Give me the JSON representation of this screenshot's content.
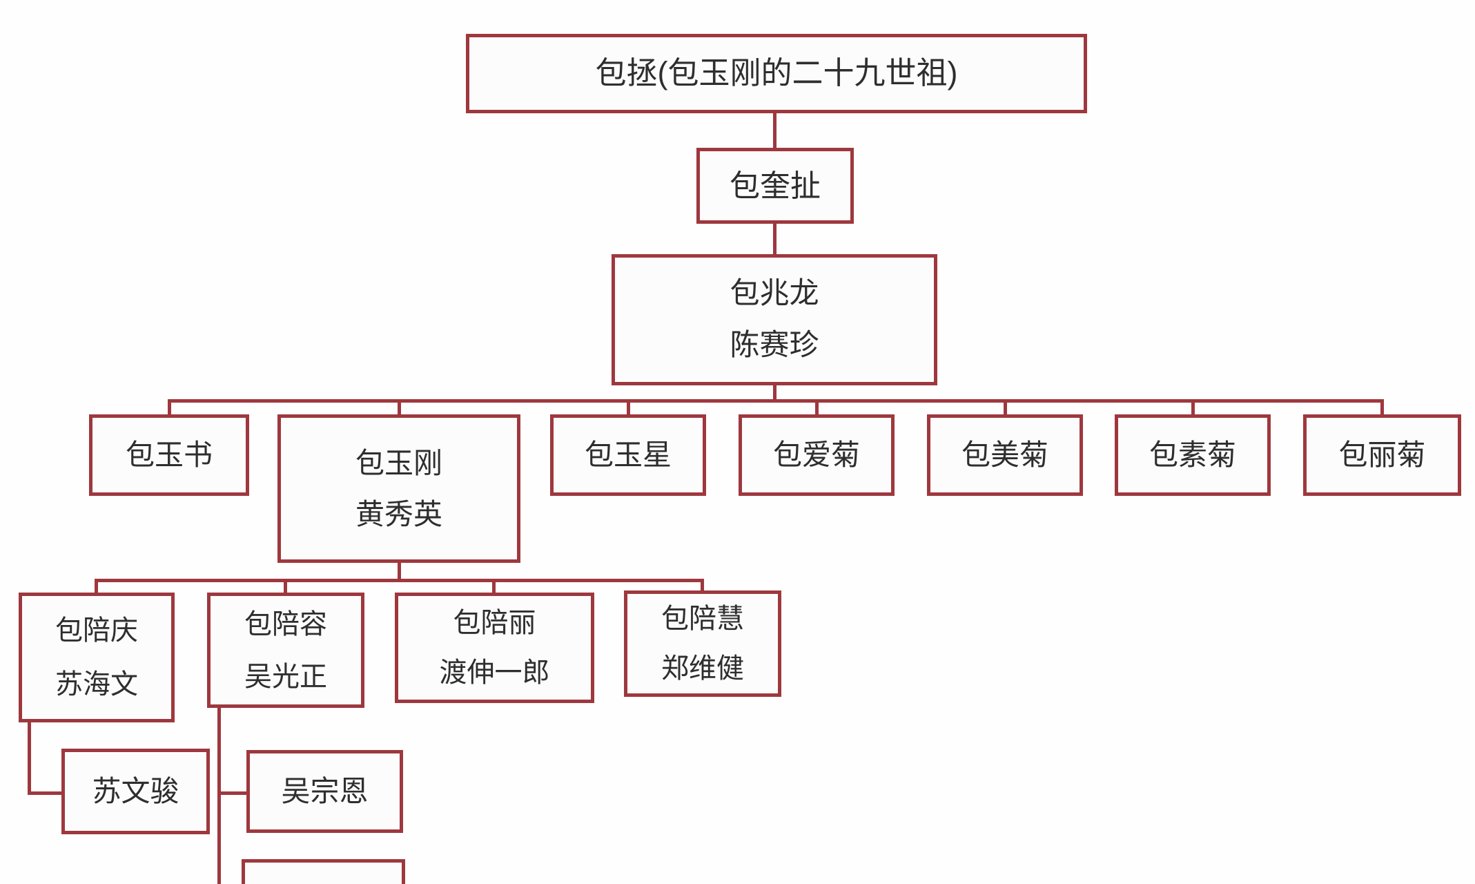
{
  "diagram": {
    "type": "family-tree",
    "nodes": {
      "gen1": {
        "line1": "包拯(包玉刚的二十九世祖)"
      },
      "gen2": {
        "line1": "包奎扯"
      },
      "gen3": {
        "line1": "包兆龙",
        "line2": "陈赛珍"
      },
      "yushu": {
        "line1": "包玉书"
      },
      "yugang": {
        "line1": "包玉刚",
        "line2": "黄秀英"
      },
      "yuxing": {
        "line1": "包玉星"
      },
      "aiju": {
        "line1": "包爱菊"
      },
      "meiju": {
        "line1": "包美菊"
      },
      "suju": {
        "line1": "包素菊"
      },
      "liju": {
        "line1": "包丽菊"
      },
      "peiqing": {
        "line1": "包陪庆",
        "line2": "苏海文"
      },
      "peirong": {
        "line1": "包陪容",
        "line2": "吴光正"
      },
      "peili": {
        "line1": "包陪丽",
        "line2": "渡伸一郎"
      },
      "peihui": {
        "line1": "包陪慧",
        "line2": "郑维健"
      },
      "suwenjun": {
        "line1": "苏文骏"
      },
      "wuzongen": {
        "line1": "吴宗恩"
      },
      "partial": {
        "line1": ""
      }
    },
    "relations": [
      {
        "parent": "包拯(包玉刚的二十九世祖)",
        "child": "包奎扯"
      },
      {
        "parent": "包奎扯",
        "child": "包兆龙·陈赛珍"
      },
      {
        "parent": "包兆龙·陈赛珍",
        "child": "包玉书"
      },
      {
        "parent": "包兆龙·陈赛珍",
        "child": "包玉刚·黄秀英"
      },
      {
        "parent": "包兆龙·陈赛珍",
        "child": "包玉星"
      },
      {
        "parent": "包兆龙·陈赛珍",
        "child": "包爱菊"
      },
      {
        "parent": "包兆龙·陈赛珍",
        "child": "包美菊"
      },
      {
        "parent": "包兆龙·陈赛珍",
        "child": "包素菊"
      },
      {
        "parent": "包兆龙·陈赛珍",
        "child": "包丽菊"
      },
      {
        "parent": "包玉刚·黄秀英",
        "child": "包陪庆·苏海文"
      },
      {
        "parent": "包玉刚·黄秀英",
        "child": "包陪容·吴光正"
      },
      {
        "parent": "包玉刚·黄秀英",
        "child": "包陪丽·渡伸一郎"
      },
      {
        "parent": "包玉刚·黄秀英",
        "child": "包陪慧·郑维健"
      },
      {
        "parent": "包陪庆·苏海文",
        "child": "苏文骏"
      },
      {
        "parent": "包陪容·吴光正",
        "child": "吴宗恩"
      },
      {
        "parent": "包陪容·吴光正",
        "child": "(未显示)"
      }
    ],
    "colors": {
      "box_border": "#9e383e",
      "connector_line": "#9e383e",
      "text": "#2e2e2e",
      "background": "#fefefe"
    }
  }
}
